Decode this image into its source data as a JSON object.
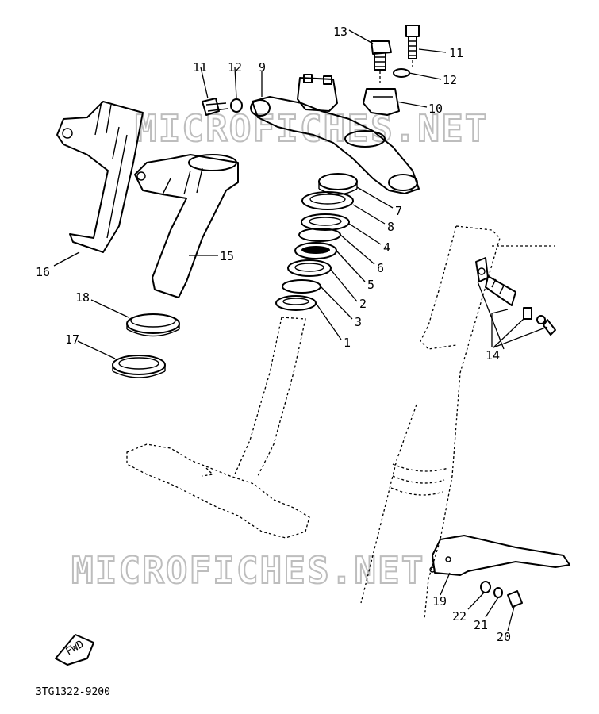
{
  "diagram": {
    "watermark_text": "MICROFICHES.NET",
    "drawing_code": "3TG1322-9200",
    "direction_badge": "FWD",
    "callouts": {
      "p1": "1",
      "p2": "2",
      "p3": "3",
      "p4": "4",
      "p5": "5",
      "p6": "6",
      "p7": "7",
      "p8": "8",
      "p9": "9",
      "p10": "10",
      "p11a": "11",
      "p11b": "11",
      "p12a": "12",
      "p12b": "12",
      "p13": "13",
      "p14": "14",
      "p15": "15",
      "p16": "16",
      "p17": "17",
      "p18": "18",
      "p19": "19",
      "p20": "20",
      "p21": "21",
      "p22": "22"
    }
  }
}
